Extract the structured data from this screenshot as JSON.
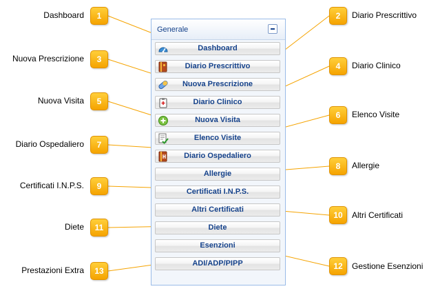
{
  "panel": {
    "title": "Generale"
  },
  "buttons": [
    {
      "label": "Dashboard"
    },
    {
      "label": "Diario Prescrittivo"
    },
    {
      "label": "Nuova Prescrizione"
    },
    {
      "label": "Diario Clinico"
    },
    {
      "label": "Nuova Visita"
    },
    {
      "label": "Elenco Visite"
    },
    {
      "label": "Diario Ospedaliero"
    },
    {
      "label": "Allergie"
    },
    {
      "label": "Certificati I.N.P.S."
    },
    {
      "label": "Altri Certificati"
    },
    {
      "label": "Diete"
    },
    {
      "label": "Esenzioni"
    },
    {
      "label": "ADI/ADP/PIPP"
    }
  ],
  "callouts": [
    {
      "number": "1",
      "text": "Dashboard"
    },
    {
      "number": "2",
      "text": "Diario Prescrittivo"
    },
    {
      "number": "3",
      "text": "Nuova Prescrizione"
    },
    {
      "number": "4",
      "text": "Diario Clinico"
    },
    {
      "number": "5",
      "text": "Nuova Visita"
    },
    {
      "number": "6",
      "text": "Elenco Visite"
    },
    {
      "number": "7",
      "text": "Diario Ospedaliero"
    },
    {
      "number": "8",
      "text": "Allergie"
    },
    {
      "number": "9",
      "text": "Certificati I.N.P.S."
    },
    {
      "number": "10",
      "text": "Altri Certificati"
    },
    {
      "number": "11",
      "text": "Diete"
    },
    {
      "number": "12",
      "text": "Gestione Esenzioni"
    },
    {
      "number": "13",
      "text": "Prestazioni Extra"
    }
  ],
  "icons": {
    "dashboard": "gauge-icon",
    "diario_prescrittivo": "book-icon",
    "nuova_prescrizione": "pill-icon",
    "diario_clinico": "clipboard-icon",
    "nuova_visita": "add-circle-icon",
    "elenco_visite": "checklist-icon",
    "diario_ospedaliero": "hospital-book-icon"
  },
  "colors": {
    "badge": "#f5a300",
    "button_text": "#15428b",
    "panel_border": "#99bbe8",
    "leader_line": "#f5a300"
  }
}
